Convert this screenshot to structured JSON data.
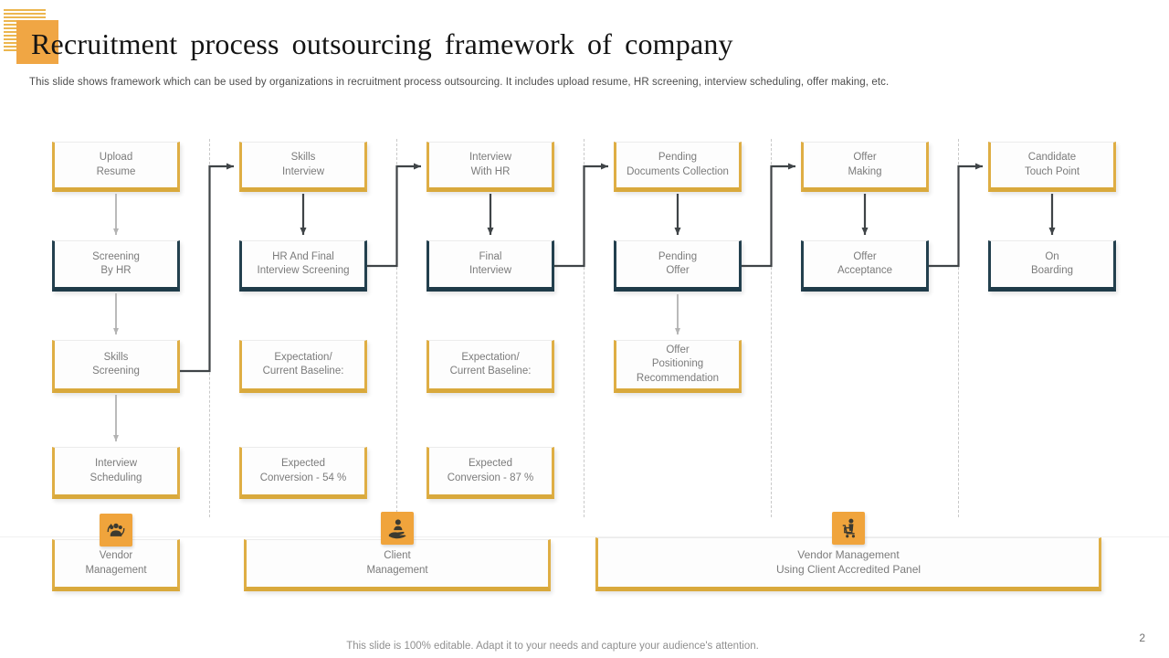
{
  "header": {
    "title": "Recruitment process outsourcing framework of company",
    "subtitle": "This slide shows framework which can be used by organizations in recruitment process outsourcing. It includes upload resume, HR screening, interview scheduling, offer making, etc."
  },
  "footer": {
    "note": "This slide is 100% editable. Adapt it to your needs and capture your audience's attention.",
    "page_number": "2"
  },
  "colors": {
    "accent_yellow": "#DFAE44",
    "accent_navy": "#21404F",
    "icon_orange": "#F0A43C",
    "header_square_orange": "#F0A644",
    "arrow_dark": "#3F4447",
    "arrow_gray": "#B3B3B3",
    "node_text_gray": "#7B7B7B"
  },
  "icons": {
    "vendor_management": "people-sync-icon",
    "client_management": "hand-holding-person-icon",
    "vendor_panel": "person-with-cart-icon"
  },
  "nodes": {
    "upload_resume": "Upload\nResume",
    "screening_by_hr": "Screening\nBy HR",
    "skills_screening": "Skills\nScreening",
    "interview_scheduling": "Interview\nScheduling",
    "skills_interview": "Skills\nInterview",
    "hr_final_interview_screening": "HR And Final\nInterview Screening",
    "expectation_baseline_1": "Expectation/\nCurrent Baseline:",
    "expected_conversion_54": "Expected\nConversion - 54 %",
    "interview_with_hr": "Interview\nWith HR",
    "final_interview": "Final\nInterview",
    "expectation_baseline_2": "Expectation/\nCurrent Baseline:",
    "expected_conversion_87": "Expected\nConversion - 87 %",
    "pending_documents_collection": "Pending\nDocuments Collection",
    "pending_offer": "Pending\nOffer",
    "offer_positioning_recommendation": "Offer\nPositioning\nRecommendation",
    "offer_making": "Offer\nMaking",
    "offer_acceptance": "Offer\nAcceptance",
    "candidate_touch_point": "Candidate\nTouch Point",
    "on_boarding": "On\nBoarding",
    "vendor_management": "Vendor\nManagement",
    "client_management": "Client\nManagement",
    "vendor_management_panel": "Vendor Management\nUsing Client Accredited Panel"
  }
}
